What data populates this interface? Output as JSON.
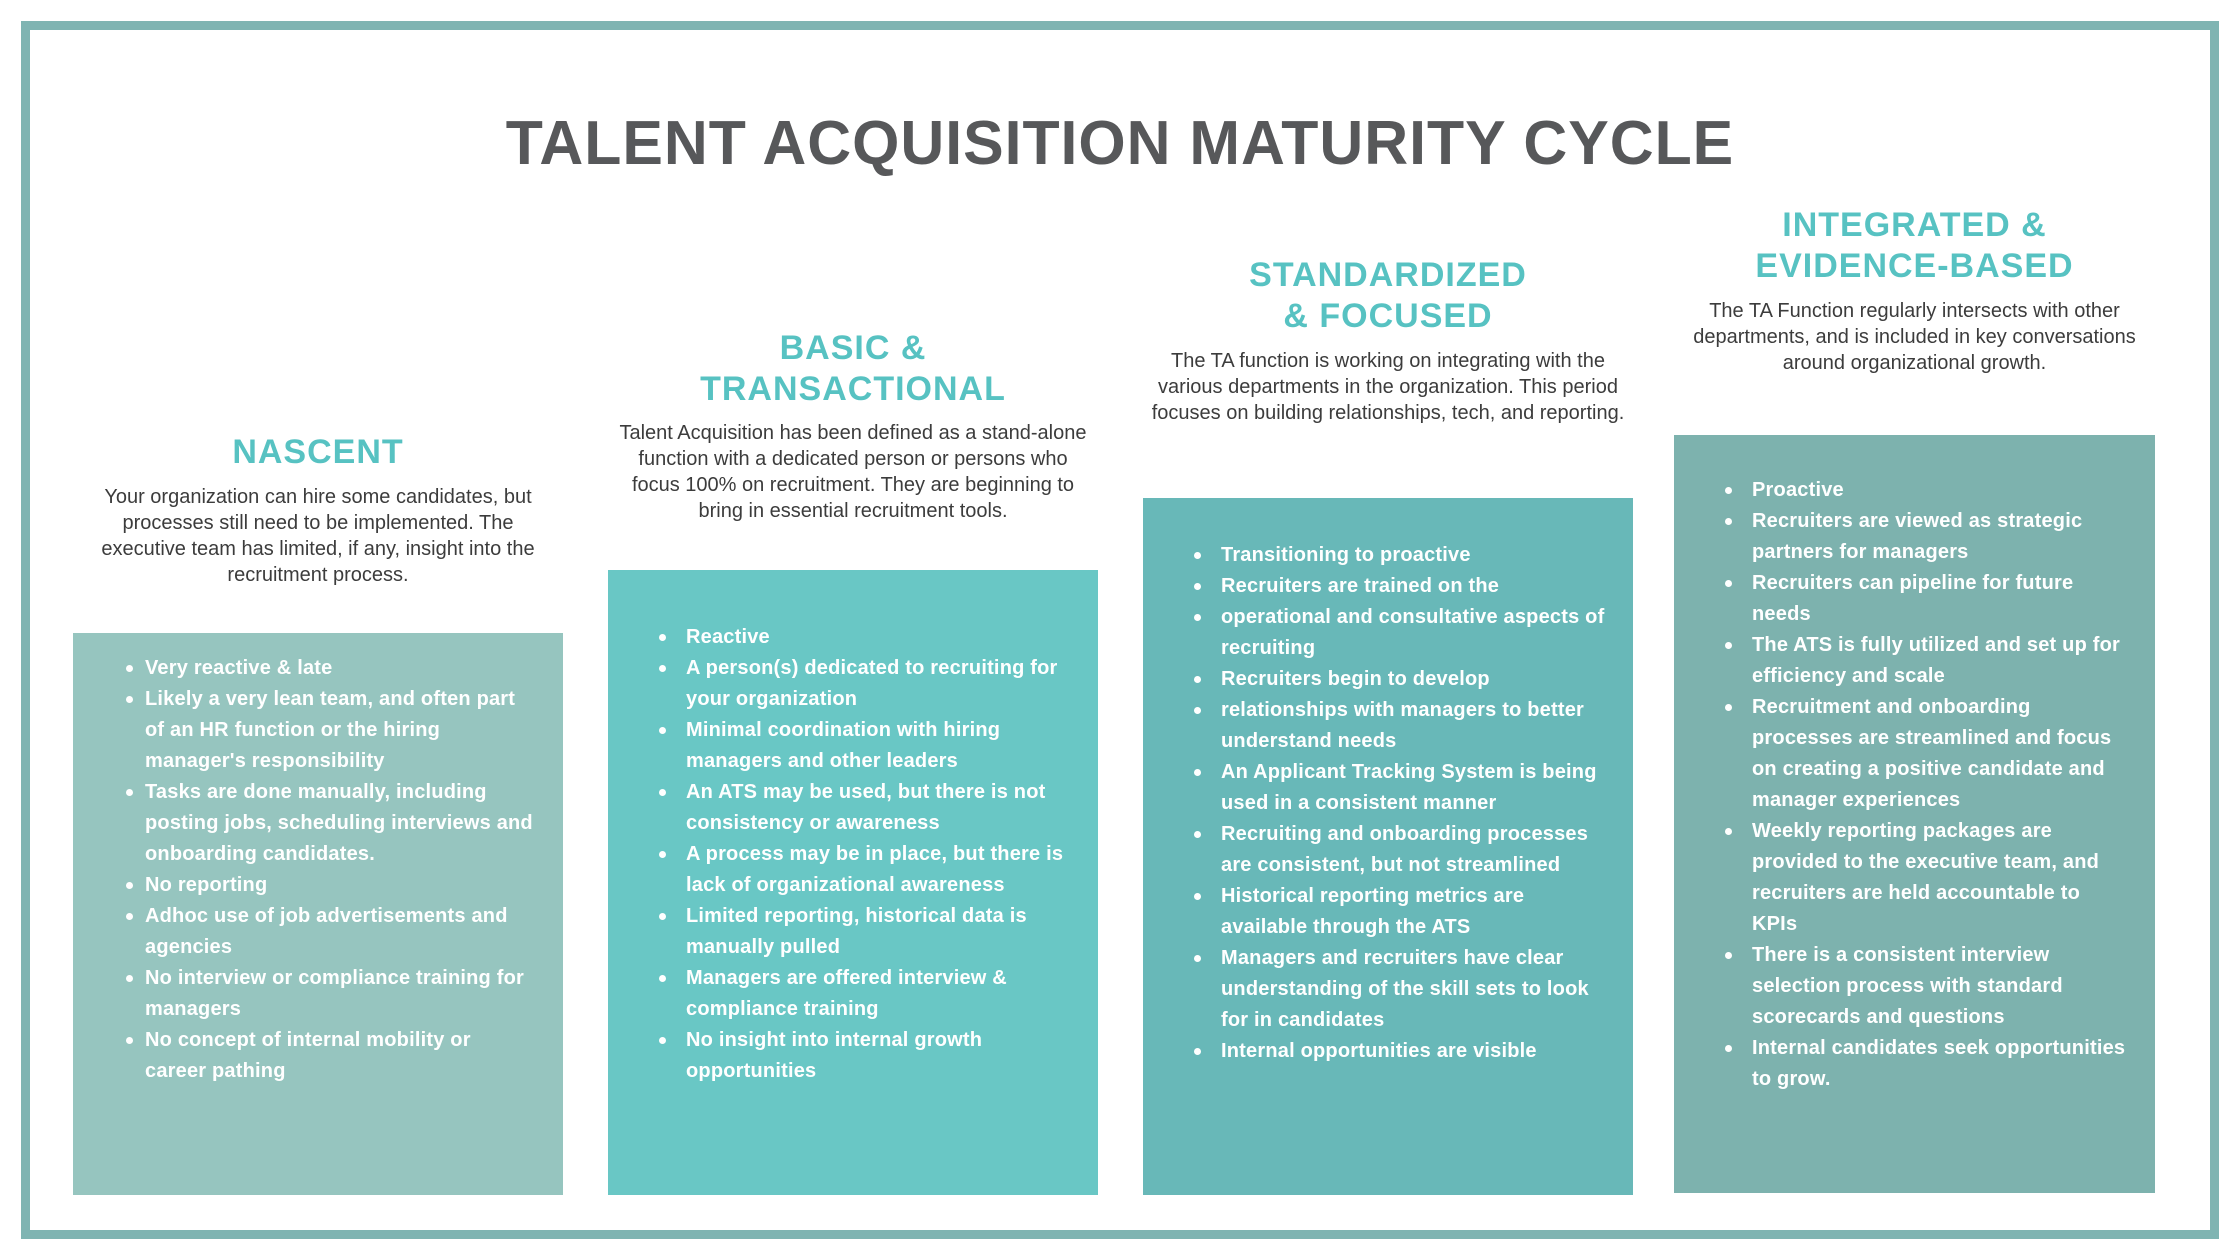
{
  "title": "TALENT ACQUISITION MATURITY CYCLE",
  "colors": {
    "frame_border": "#7FB4B2",
    "title_text": "#57585A",
    "stage_header_teal": "#57C2C2",
    "bullet_text": "#FFFFFF"
  },
  "stages": [
    {
      "name": "NASCENT",
      "description": "Your organization can hire some candidates, but processes still need to be implemented. The executive team has limited, if any, insight into the recruitment process.",
      "box_color": "#96C5BF",
      "bullets": [
        "Very reactive & late",
        "Likely a very lean team, and often part of an HR function or the hiring manager's responsibility",
        "Tasks are done manually, including posting jobs, scheduling interviews and onboarding candidates.",
        "No reporting",
        "Adhoc use of job advertisements and agencies",
        "No interview or compliance training for managers",
        "No concept of internal mobility or career pathing"
      ]
    },
    {
      "name": "BASIC &\nTRANSACTIONAL",
      "description": "Talent Acquisition has been defined as a stand-alone function with a dedicated person or persons who focus 100% on recruitment. They are beginning to bring in essential recruitment tools.",
      "box_color": "#69C7C5",
      "bullets": [
        "Reactive",
        "A person(s) dedicated to recruiting for your organization",
        "Minimal coordination with hiring managers and other leaders",
        "An ATS may be used, but there is not consistency or awareness",
        "A process may be in place, but there is lack of organizational awareness",
        "Limited reporting, historical data is manually pulled",
        "Managers are offered interview & compliance training",
        "No insight into internal growth opportunities"
      ]
    },
    {
      "name": "STANDARDIZED\n& FOCUSED",
      "description": "The TA function is working on integrating with the various departments in the organization. This period focuses on building relationships, tech, and reporting.",
      "box_color": "#68B8B8",
      "bullets": [
        "Transitioning to proactive",
        "Recruiters are trained on the",
        "operational and consultative aspects of recruiting",
        "Recruiters begin to develop",
        "relationships with managers to better understand needs",
        "An Applicant Tracking System is being used in a consistent manner",
        "Recruiting and onboarding processes are consistent, but not streamlined",
        "Historical reporting metrics are available through the ATS",
        "Managers and recruiters have clear understanding of the skill sets to look for in candidates",
        "Internal opportunities are visible"
      ]
    },
    {
      "name": "INTEGRATED &\nEVIDENCE-BASED",
      "description": "The TA Function regularly intersects with other departments, and is included in key conversations around organizational growth.",
      "box_color": "#7DB2AE",
      "bullets": [
        "Proactive",
        "Recruiters are viewed as strategic partners for managers",
        "Recruiters can pipeline for future needs",
        "The ATS is fully utilized and set up for efficiency and scale",
        "Recruitment and onboarding processes are streamlined and focus on creating a positive candidate and manager experiences",
        "Weekly reporting packages are provided to the executive team, and recruiters are held accountable to KPIs",
        "There is a consistent interview selection process with standard scorecards and questions",
        "Internal candidates seek opportunities to grow."
      ]
    }
  ]
}
